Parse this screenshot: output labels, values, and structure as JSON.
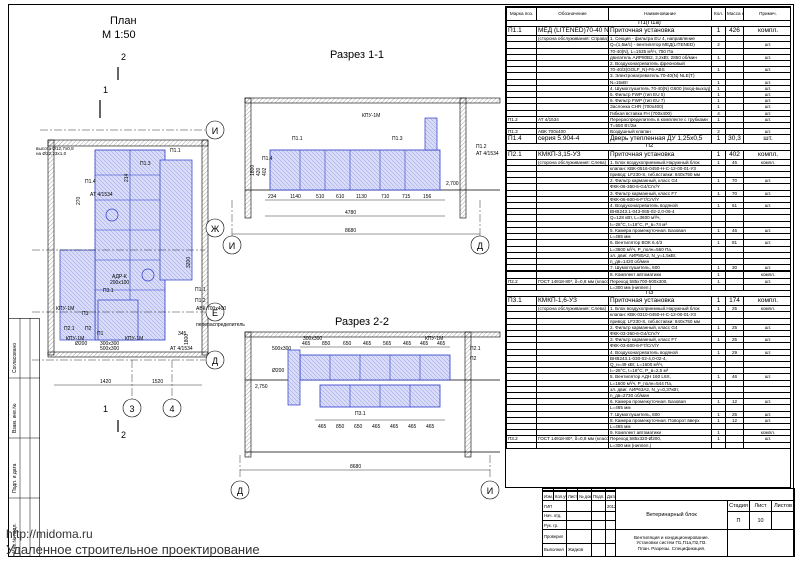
{
  "plan": {
    "title": "План",
    "scale": "М 1:50",
    "axes_rows": [
      "И",
      "Ж",
      "Е",
      "Д"
    ],
    "axes_cols": [
      "3",
      "4"
    ],
    "section_marks": [
      "1",
      "2"
    ],
    "dims": [
      "1420",
      "1520",
      "3200",
      "1800",
      "345",
      "270",
      "214"
    ],
    "labels": {
      "p14": "П1.4",
      "p13": "П1.3",
      "p11": "П1.1",
      "p12": "П1.2",
      "p11_bottom": "П1.1",
      "p31": "П3.1",
      "p3": "П3",
      "p21": "П2.1",
      "p2": "П2",
      "p1": "П1",
      "adr": "АДР-К",
      "adr_size": "200x100",
      "avk": "АВК 700х400",
      "ktu1": "КПУ-1М",
      "ktu2": "КПУ-1М",
      "ktu3": "КПУ-1М",
      "at1": "АТ 4/1534",
      "at2": "АТ 4/1534",
      "pereg": "перераспределитель",
      "size1": "300x300",
      "size2": "500x300",
      "size3": "Ø200",
      "vis": "высота Ø12,7x0,8",
      "vis2": "на Ø22,23x1,0"
    }
  },
  "section1": {
    "title": "Разрез 1-1",
    "axes": [
      "И",
      "Д"
    ],
    "labels": {
      "ktu": "КПУ-1М",
      "p11": "П1.1",
      "p13": "П1.3",
      "p14": "П1.4",
      "at": "АТ 4/1534",
      "p12": "П1.2"
    },
    "dims_bottom": [
      "234",
      "1140",
      "510",
      "610",
      "1130",
      "710",
      "715",
      "156"
    ],
    "dim_total": "4780",
    "dim_axes": "8680",
    "level": "2,700",
    "dims_left": [
      "402",
      "420",
      "1800"
    ]
  },
  "section2": {
    "title": "Разрез 2-2",
    "axes": [
      "Д",
      "И"
    ],
    "labels": {
      "p21": "П2.1",
      "p2": "П2",
      "p31": "П3.1",
      "size1": "300x300",
      "size2": "500x300",
      "size3": "Ø200",
      "ktu": "КПУ-1М"
    },
    "dims_top": [
      "465",
      "850",
      "650",
      "465",
      "565",
      "465",
      "465",
      "465"
    ],
    "dims_bottom": [
      "465",
      "850",
      "650",
      "465",
      "465",
      "465",
      "465"
    ],
    "level": "2,750",
    "dim_axes": "8680"
  },
  "spec": {
    "headers": [
      "Марка поз.",
      "Обозначение",
      "Наименование",
      "Кол.",
      "Масса ед. кг",
      "Примеч."
    ],
    "rows": [
      {
        "t": "sec",
        "name": "П1(П1а)"
      },
      {
        "mark": "П1.1",
        "code": "МЕД (LITENED)70-40 N A 2.31-2.2х30(R)",
        "name": "Приточная установка",
        "qty": "1",
        "mass": "426",
        "note": "компл.",
        "big": true
      },
      {
        "mark": "",
        "code": "(сторона обслуживания: Справа)",
        "name": "1. Секция - фильтра EU 4, направление",
        "qty": "",
        "mass": "",
        "note": ""
      },
      {
        "mark": "",
        "code": "",
        "name": "Q=(1,5м/с) - вентилятор МЕД(LITENED)",
        "qty": "2",
        "mass": "",
        "note": "шт."
      },
      {
        "mark": "",
        "code": "",
        "name": "70-40(N), L=1535 м³/ч, 750 Па",
        "qty": "",
        "mass": "",
        "note": ""
      },
      {
        "mark": "",
        "code": "",
        "name": "двигатель АИР80В2, 2,2кВт, 2850 об/мин",
        "qty": "1",
        "mass": "",
        "note": "шт."
      },
      {
        "mark": "",
        "code": "",
        "name": "2. Воздухонагреватель фреоновый",
        "qty": "",
        "mass": "",
        "note": ""
      },
      {
        "mark": "",
        "code": "",
        "name": "70-40/3(GOLF_N)-F6-ABS",
        "qty": "1",
        "mass": "",
        "note": "шт."
      },
      {
        "mark": "",
        "code": "",
        "name": "3. Электронагреватель 70-40(N) NLE(Т)",
        "qty": "",
        "mass": "",
        "note": ""
      },
      {
        "mark": "",
        "code": "",
        "name": "N=15кВт",
        "qty": "1",
        "mass": "",
        "note": "шт."
      },
      {
        "mark": "",
        "code": "",
        "name": "4. Шумоглушитель 70-40(N) G600 (вход-выход)",
        "qty": "1",
        "mass": "",
        "note": "шт."
      },
      {
        "mark": "",
        "code": "",
        "name": "5. Фильтр FWP (тип EU 5)",
        "qty": "1",
        "mass": "",
        "note": "шт."
      },
      {
        "mark": "",
        "code": "",
        "name": "6. Фильтр FWP (тип EU 7)",
        "qty": "1",
        "mass": "",
        "note": "шт."
      },
      {
        "mark": "",
        "code": "",
        "name": "Заслонка CHR (700х400)",
        "qty": "1",
        "mass": "",
        "note": "шт."
      },
      {
        "mark": "",
        "code": "",
        "name": "Гибкая вставка FH (700х400)",
        "qty": "4",
        "mass": "",
        "note": "шт."
      },
      {
        "mark": "П1.2",
        "code": "АТ 4/1534",
        "name": "Перераспределитель в комплекте с трубками",
        "qty": "1",
        "mass": "",
        "note": "шт."
      },
      {
        "mark": "",
        "code": "",
        "name": "Т=550 Вт/2м",
        "qty": "",
        "mass": "",
        "note": ""
      },
      {
        "mark": "П1.3",
        "code": "АВК 700х400",
        "name": "Воздушный клапан",
        "qty": "2",
        "mass": "",
        "note": "шт."
      },
      {
        "mark": "П1.4",
        "code": "серия 5.904-4",
        "name": "Дверь утепленная ДУ 1,25х0,5",
        "qty": "1",
        "mass": "30,3",
        "note": "шт.",
        "big": true
      },
      {
        "t": "sec",
        "name": "П2"
      },
      {
        "mark": "П2.1",
        "code": "КМКП-3,15-УЗ",
        "name": "Приточная установка",
        "qty": "1",
        "mass": "402",
        "note": "компл.",
        "big": true
      },
      {
        "mark": "",
        "code": "(сторона обслуживания: Слева)",
        "name": "1. Блок воздухоприемный.Наружный блок",
        "qty": "1",
        "mass": "45",
        "note": "компл."
      },
      {
        "mark": "",
        "code": "",
        "name": "клапан: КВК-0516-0450-Н-С-12-00-01-У3",
        "qty": "",
        "mass": "",
        "note": ""
      },
      {
        "mark": "",
        "code": "",
        "name": "привод: LF230-S, гиб.вставки: 840х750 мм",
        "qty": "",
        "mass": "",
        "note": ""
      },
      {
        "mark": "",
        "code": "",
        "name": "2. Фильтр карманный, класс G4",
        "qty": "1",
        "mass": "70",
        "note": "шт."
      },
      {
        "mark": "",
        "code": "",
        "name": "ФКК-06-360-6-G4/CrV/Y",
        "qty": "",
        "mass": "",
        "note": ""
      },
      {
        "mark": "",
        "code": "",
        "name": "3. Фильтр карманный, класс F7",
        "qty": "1",
        "mass": "70",
        "note": "шт."
      },
      {
        "mark": "",
        "code": "",
        "name": "ФКК-06-600-6-F7/CrV/Y",
        "qty": "",
        "mass": "",
        "note": ""
      },
      {
        "mark": "",
        "code": "",
        "name": "4. Воздухонагреватель водяной",
        "qty": "1",
        "mass": "61",
        "note": "шт."
      },
      {
        "mark": "",
        "code": "",
        "name": "ВНВ243.1-043-065-02-2,0-06-4",
        "qty": "",
        "mass": "",
        "note": ""
      },
      {
        "mark": "",
        "code": "",
        "name": "Q=128 кВт, L=3600 м³/ч,",
        "qty": "",
        "mass": "",
        "note": ""
      },
      {
        "mark": "",
        "code": "",
        "name": "t=-28°C, t=18°C, Р_в=74 м³",
        "qty": "",
        "mass": "",
        "note": ""
      },
      {
        "mark": "",
        "code": "",
        "name": "5. Камера промежуточная. Базовая",
        "qty": "1",
        "mass": "45",
        "note": "шт."
      },
      {
        "mark": "",
        "code": "",
        "name": "L=465 мм",
        "qty": "",
        "mass": "",
        "note": ""
      },
      {
        "mark": "",
        "code": "",
        "name": "6. Вентилятор ВОК 6.4/3",
        "qty": "1",
        "mass": "81",
        "note": "шт."
      },
      {
        "mark": "",
        "code": "",
        "name": "L=3600 м³/ч, P_полн=560 Па,",
        "qty": "",
        "mass": "",
        "note": ""
      },
      {
        "mark": "",
        "code": "",
        "name": "эл. двиг. АИР80А2, N_у=1,5кВт,",
        "qty": "",
        "mass": "",
        "note": ""
      },
      {
        "mark": "",
        "code": "",
        "name": "n_дв=1420 об/мин",
        "qty": "",
        "mass": "",
        "note": ""
      },
      {
        "mark": "",
        "code": "",
        "name": "7. Шумоглушитель, 600",
        "qty": "1",
        "mass": "30",
        "note": "шт."
      },
      {
        "mark": "",
        "code": "",
        "name": "",
        "qty": "",
        "mass": "",
        "note": ""
      },
      {
        "mark": "",
        "code": "",
        "name": "8. Комплект автоматики",
        "qty": "1",
        "mass": "",
        "note": "компл."
      },
      {
        "mark": "П2.2",
        "code": "ГОСТ 14918-80*, δ=0,8 мм (класс \"П\")",
        "name": "Переход 585х700-500х300,",
        "qty": "1",
        "mass": "",
        "note": "шт."
      },
      {
        "mark": "",
        "code": "",
        "name": "L=300 мм (ниппел.)",
        "qty": "",
        "mass": "",
        "note": ""
      },
      {
        "t": "sec",
        "name": "П3"
      },
      {
        "mark": "П3.1",
        "code": "КМКП-1,6-УЗ",
        "name": "Приточная установка",
        "qty": "1",
        "mass": "174",
        "note": "компл.",
        "big": true
      },
      {
        "mark": "",
        "code": "(сторона обслуживания: Слева)",
        "name": "1. Блок воздухоприемный.Наружный блок",
        "qty": "1",
        "mass": "25",
        "note": "компл."
      },
      {
        "mark": "",
        "code": "",
        "name": "клапан: КВК-0310-0450-Н-С-12-00-01-У3",
        "qty": "",
        "mass": "",
        "note": ""
      },
      {
        "mark": "",
        "code": "",
        "name": "привод: LF230-S, гиб.вставки: 840х750 мм",
        "qty": "",
        "mass": "",
        "note": ""
      },
      {
        "mark": "",
        "code": "",
        "name": "2. Фильтр карманный, класс G4",
        "qty": "1",
        "mass": "25",
        "note": "шт."
      },
      {
        "mark": "",
        "code": "",
        "name": "ФКК-03-360-6-G4/CrV/Y",
        "qty": "",
        "mass": "",
        "note": ""
      },
      {
        "mark": "",
        "code": "",
        "name": "3. Фильтр карманный, класс F7",
        "qty": "1",
        "mass": "25",
        "note": "шт."
      },
      {
        "mark": "",
        "code": "",
        "name": "ФКК-03-600-6-F7/CrV/Y",
        "qty": "",
        "mass": "",
        "note": ""
      },
      {
        "mark": "",
        "code": "",
        "name": "4. Воздухонагреватель водяной",
        "qty": "1",
        "mass": "29",
        "note": "шт."
      },
      {
        "mark": "",
        "code": "",
        "name": "ВНВ243.1-030-02-4,0-02-4,",
        "qty": "",
        "mass": "",
        "note": ""
      },
      {
        "mark": "",
        "code": "",
        "name": "Q_н=49 кВт, L=1600 м³/ч,",
        "qty": "",
        "mass": "",
        "note": ""
      },
      {
        "mark": "",
        "code": "",
        "name": "t=-28°C, t=18°C, Р_в=2,5 м³",
        "qty": "",
        "mass": "",
        "note": ""
      },
      {
        "mark": "",
        "code": "",
        "name": "5. Вентилятор АДН 160 L6X,",
        "qty": "1",
        "mass": "46",
        "note": "шт."
      },
      {
        "mark": "",
        "code": "",
        "name": "L=1600 м³/ч, P_полн=544 Па,",
        "qty": "",
        "mass": "",
        "note": ""
      },
      {
        "mark": "",
        "code": "",
        "name": "эл. двиг. АИР63А2, N_у=0,37кВт,",
        "qty": "",
        "mass": "",
        "note": ""
      },
      {
        "mark": "",
        "code": "",
        "name": "n_дв=2730 об/мин",
        "qty": "",
        "mass": "",
        "note": ""
      },
      {
        "mark": "",
        "code": "",
        "name": "6. Камера промежуточная. Базовая",
        "qty": "1",
        "mass": "12",
        "note": "шт."
      },
      {
        "mark": "",
        "code": "",
        "name": "L=465 мм",
        "qty": "",
        "mass": "",
        "note": ""
      },
      {
        "mark": "",
        "code": "",
        "name": "7. Шумоглушитель, 600",
        "qty": "1",
        "mass": "25",
        "note": "шт."
      },
      {
        "mark": "",
        "code": "",
        "name": "8. Камера промежуточная. Поворот вверх",
        "qty": "1",
        "mass": "12",
        "note": "шт."
      },
      {
        "mark": "",
        "code": "",
        "name": "L=465 мм",
        "qty": "",
        "mass": "",
        "note": ""
      },
      {
        "mark": "",
        "code": "",
        "name": "9. Комплект автоматики",
        "qty": "1",
        "mass": "",
        "note": "компл."
      },
      {
        "mark": "П3.2",
        "code": "ГОСТ 14918-80*, δ=0,8 мм (класс \"П\")",
        "name": "Переход 585х320-Ø200,",
        "qty": "1",
        "mass": "",
        "note": "шт."
      },
      {
        "mark": "",
        "code": "",
        "name": "L=300 мм (ниппел.)",
        "qty": "",
        "mass": "",
        "note": ""
      }
    ]
  },
  "stamp": {
    "header_cells": [
      "Изм.",
      "Кол.уч",
      "Лист",
      "№ док.",
      "Подп.",
      "Дата"
    ],
    "roles": [
      "ГИП",
      "Нач. отд.",
      "Рук. гр.",
      "Проверил",
      "Выполнил"
    ],
    "executor": "Жидков",
    "year": "2012",
    "project": "Ветеринарный блок",
    "sheet_title": "Вентиляция и кондиционирование.",
    "sheet_title2": "Установки систем П1,П1а,П2,П3.",
    "sheet_title3": "План. Разрезы. Спецификация.",
    "stage_label": "Стадия",
    "sheet_label": "Лист",
    "sheets_label": "Листов",
    "stage": "П",
    "sheet": "10"
  },
  "left_strip": {
    "labels": [
      "Согласовано",
      "Инв.№ подл.",
      "Подп. и дата",
      "Взам. инв.№"
    ]
  },
  "watermark": {
    "url": "http://midoma.ru",
    "tagline": "Удаленное строительное проектирование"
  }
}
